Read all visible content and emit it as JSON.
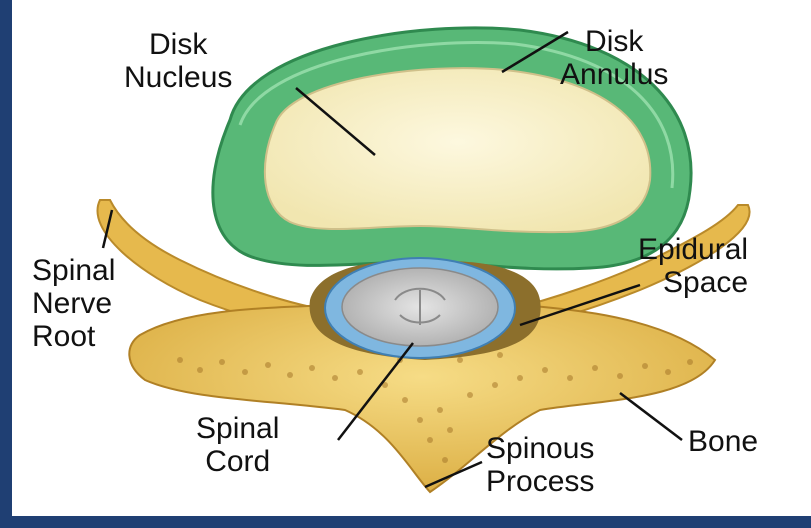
{
  "labels": {
    "disk_nucleus": [
      "Disk",
      "Nucleus"
    ],
    "disk_annulus": [
      "Disk",
      "Annulus"
    ],
    "epidural_space": [
      "Epidural",
      "Space"
    ],
    "spinal_nerve_root": [
      "Spinal",
      "Nerve",
      "Root"
    ],
    "spinal_cord": [
      "Spinal",
      "Cord"
    ],
    "bone": [
      "Bone"
    ],
    "spinous_process": [
      "Spinous",
      "Process"
    ]
  },
  "colors": {
    "background_border": "#1f3f73",
    "annulus": "#58b877",
    "nucleus": "#f8f0c6",
    "bone": "#e8c45c",
    "cord": "#c9c9c9",
    "dura": "#7fb7e0"
  }
}
